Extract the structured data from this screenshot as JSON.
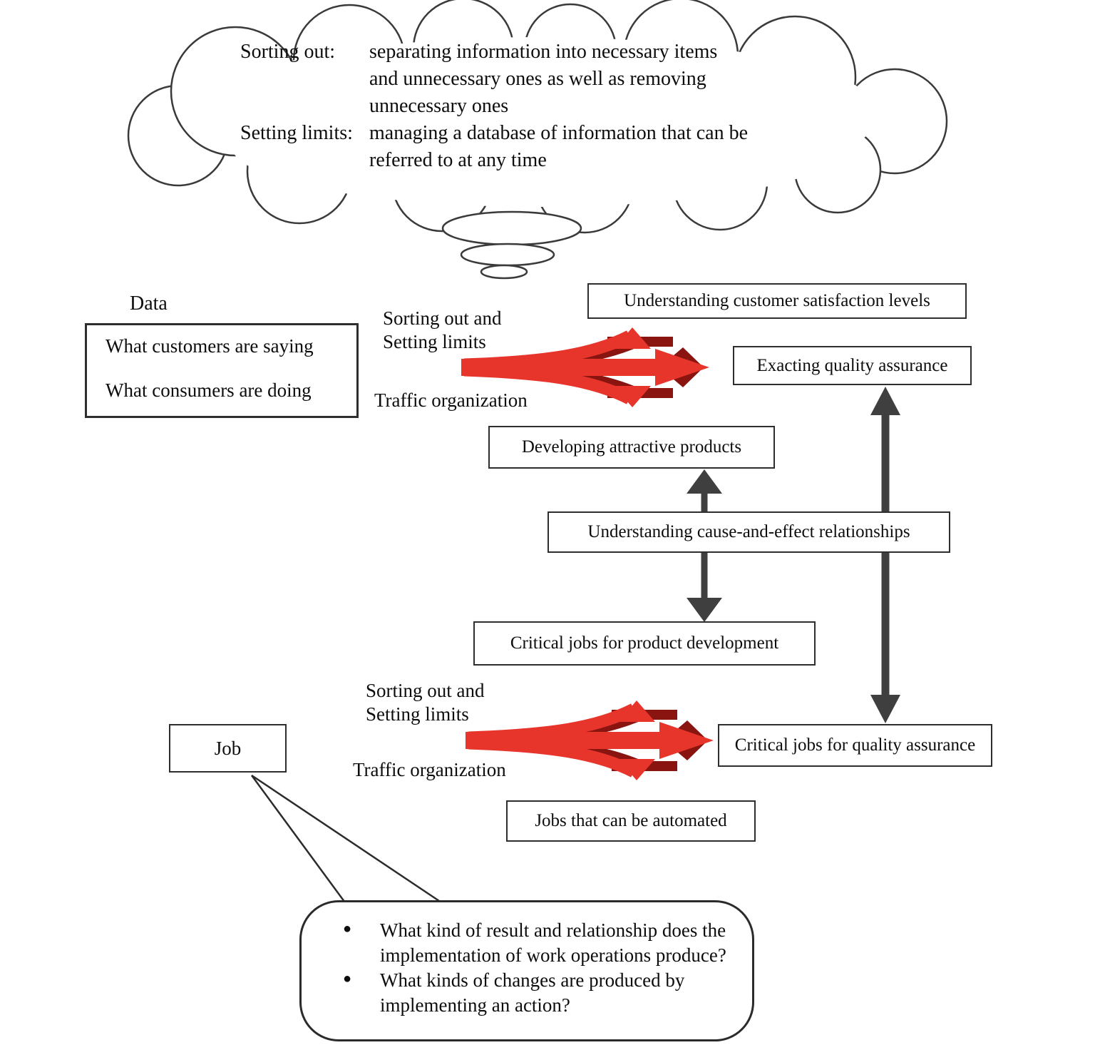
{
  "cloud": {
    "entries": [
      {
        "term": "Sorting out:",
        "definition": "separating information into necessary items\nand unnecessary ones as well as removing\nunnecessary ones"
      },
      {
        "term": "Setting limits:",
        "definition": "managing a database of information that can be\nreferred to at any time"
      }
    ]
  },
  "data_flow": {
    "title": "Data",
    "input_lines": [
      "What customers are saying",
      "What consumers are doing"
    ],
    "process_top": "Sorting out and\nSetting limits",
    "process_bottom": "Traffic organization",
    "outputs": {
      "satisfaction": "Understanding customer satisfaction levels",
      "quality": "Exacting quality assurance",
      "products": "Developing attractive products"
    }
  },
  "analysis": {
    "cause_effect": "Understanding cause-and-effect relationships",
    "critical_product": "Critical jobs for product development"
  },
  "job_flow": {
    "title": "Job",
    "process_top": "Sorting out and\nSetting limits",
    "process_bottom": "Traffic organization",
    "outputs": {
      "critical_quality": "Critical jobs for quality assurance",
      "automated": "Jobs that can be automated"
    }
  },
  "callout": {
    "bullet_char": "●",
    "bullets": [
      "What kind of result and relationship does the implementation of work operations produce?",
      "What kinds of changes are produced by implementing an action?"
    ]
  },
  "colors": {
    "arrow_red": "#e7352c",
    "arrow_red_dark": "#891410",
    "connector_gray": "#3f3f3f",
    "outline_black": "#2b2b2b"
  }
}
